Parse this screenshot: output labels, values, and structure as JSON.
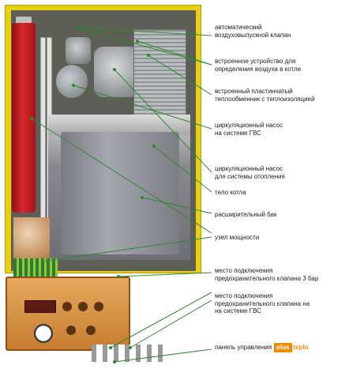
{
  "labels": [
    "автоматический\nвоздуховыпускной клапан",
    "встроенное устройство для\nопределения воздуха в котле",
    "встроенный пластинчатый\nтеплообменник с теплоизоляцией",
    "циркуляционный насос\nна системе ГВС",
    "циркуляционный насос\nдля системы отопления",
    "тело котла",
    "расширительный бак",
    "узел мощности",
    "место подключения\nпредохранительного клапана 3 бар",
    "место подключения\nпредохранительного клапана на\nна системе ГВС"
  ],
  "brand": {
    "caption": "панель управления",
    "logo_plus": "plus",
    "logo_teplo": "teplo"
  },
  "colors": {
    "leader_line": "#2c8a2c",
    "boiler_frame": "#e7cf12",
    "brand_orange": "#f28a00"
  }
}
